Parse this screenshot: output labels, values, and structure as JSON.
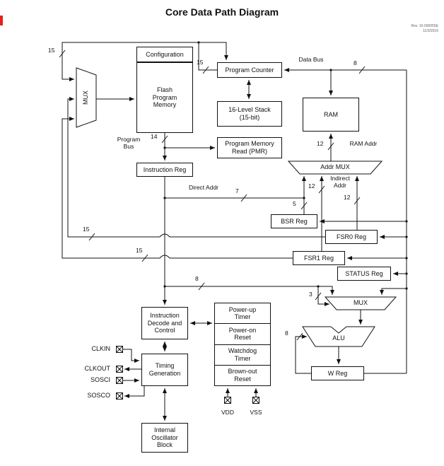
{
  "title": "Core Data Path Diagram",
  "rev": {
    "line1": "Rev. 10-000055E",
    "line2": "11/3/2016"
  },
  "blocks": {
    "configuration": "Configuration",
    "flash": "Flash Program Memory",
    "program_counter": "Program Counter",
    "stack": "16-Level Stack (15-bit)",
    "ram": "RAM",
    "pmr": "Program Memory Read (PMR)",
    "instruction_reg": "Instruction Reg",
    "bsr": "BSR Reg",
    "fsr0": "FSR0 Reg",
    "fsr1": "FSR1 Reg",
    "status": "STATUS Reg",
    "decode": "Instruction Decode and Control",
    "timing": "Timing Generation",
    "wreg": "W Reg",
    "osc": "Internal Oscillator Block",
    "power": [
      "Power-up Timer",
      "Power-on Reset",
      "Watchdog Timer",
      "Brown-out Reset"
    ]
  },
  "muxes": {
    "left": "MUX",
    "addr": "Addr MUX",
    "alu_mux": "MUX",
    "alu": "ALU"
  },
  "bus_labels": {
    "data_bus": "Data Bus",
    "program_bus": "Program Bus",
    "ram_addr": "RAM Addr",
    "direct_addr": "Direct Addr",
    "indirect_addr": "Indirect Addr"
  },
  "widths": {
    "pc_top": "15",
    "pc_left": "15",
    "data_bus": "8",
    "program_bus": "14",
    "ram_addr": "12",
    "direct": "7",
    "bsr": "5",
    "indirect1": "12",
    "indirect2": "12",
    "fsr0_bus": "15",
    "fsr1_bus": "15",
    "literal": "8",
    "status_mux": "3",
    "wreg_alu": "8"
  },
  "pins": {
    "clkin": "CLKIN",
    "clkout": "CLKOUT",
    "sosci": "SOSCI",
    "sosco": "SOSCO",
    "vdd": "VDD",
    "vss": "VSS"
  }
}
